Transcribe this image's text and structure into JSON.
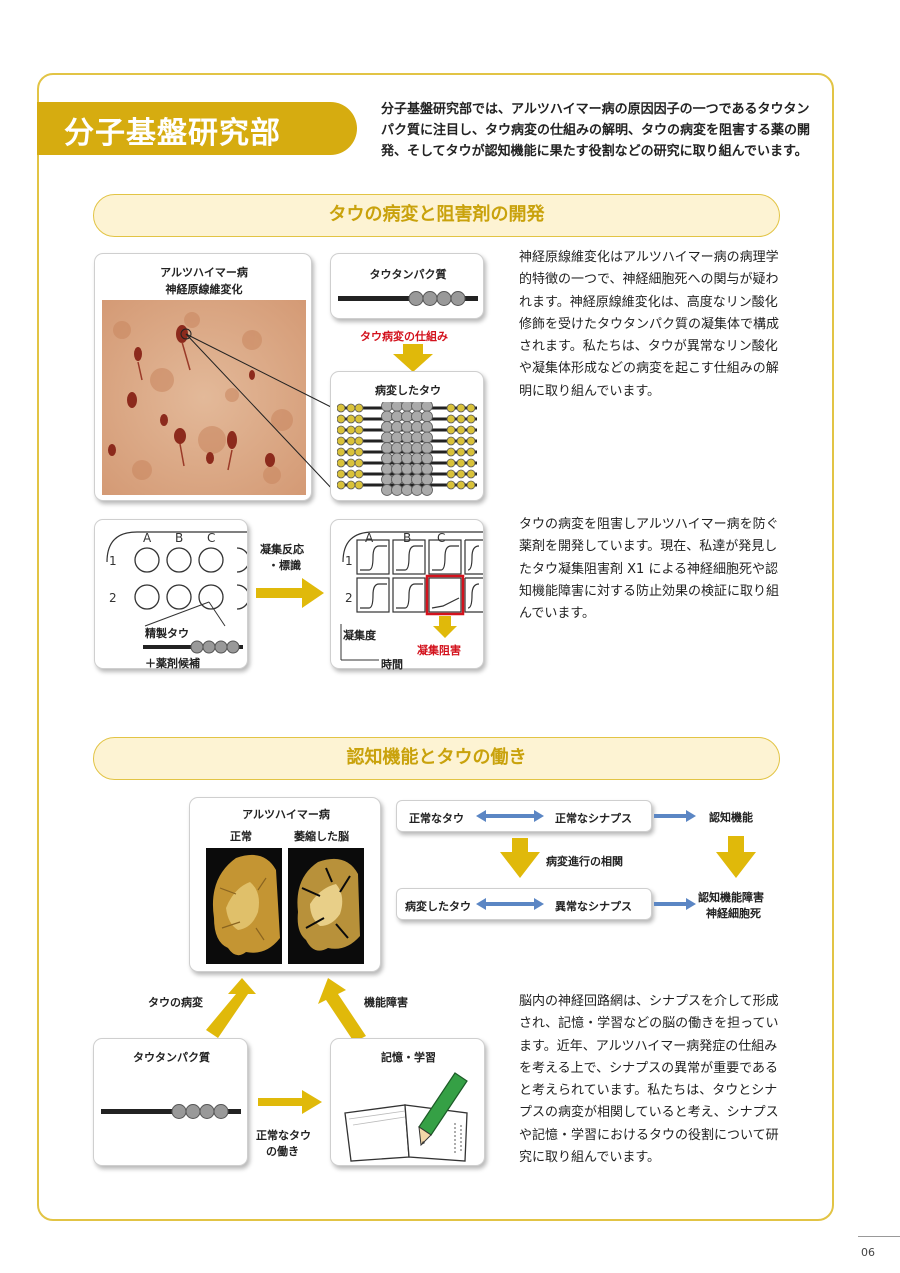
{
  "department": {
    "title": "分子基盤研究部",
    "intro": "分子基盤研究部では、アルツハイマー病の原因因子の一つであるタウタンパク質に注目し、タウ病変の仕組みの解明、タウの病変を阻害する薬の開発、そしてタウが認知機能に果たす役割などの研究に取り組んでいます。"
  },
  "section1": {
    "heading": "タウの病変と阻害剤の開発",
    "para1": "神経原線維変化はアルツハイマー病の病理学的特徴の一つで、神経細胞死への関与が疑われます。神経原線維変化は、高度なリン酸化修飾を受けたタウタンパク質の凝集体で構成されます。私たちは、タウが異常なリン酸化や凝集体形成などの病変を起こす仕組みの解明に取り組んでいます。",
    "para2": "タウの病変を阻害しアルツハイマー病を防ぐ薬剤を開発しています。現在、私達が発見したタウ凝集阻害剤 X1 による神経細胞死や認知機能障害に対する防止効果の検証に取り組んでいます。",
    "nft_card": {
      "title_line1": "アルツハイマー病",
      "title_line2": "神経原線維変化"
    },
    "tau_protein_card": {
      "title": "タウタンパク質"
    },
    "mechanism_label": "タウ病変の仕組み",
    "diseased_tau_card": {
      "title": "病変したタウ"
    },
    "plate_card": {
      "rows": [
        "1",
        "2"
      ],
      "cols": [
        "A",
        "B",
        "C"
      ],
      "purified_tau": "精製タウ",
      "drug_candidate": "＋薬剤候補"
    },
    "reaction_label_line1": "凝集反応",
    "reaction_label_line2": "・標識",
    "result_card": {
      "rows": [
        "1",
        "2"
      ],
      "cols": [
        "A",
        "B",
        "C"
      ],
      "y_label": "凝集度",
      "x_label": "時間",
      "inhibition_label": "凝集阻害"
    }
  },
  "section2": {
    "heading": "認知機能とタウの働き",
    "para": "脳内の神経回路網は、シナプスを介して形成され、記憶・学習などの脳の働きを担っています。近年、アルツハイマー病発症の仕組みを考える上で、シナプスの異常が重要であると考えられています。私たちは、タウとシナプスの病変が相関していると考え、シナプスや記憶・学習におけるタウの役割について研究に取り組んでいます。",
    "brain_card": {
      "title": "アルツハイマー病",
      "normal": "正常",
      "atrophied": "萎縮した脳"
    },
    "flow": {
      "normal_tau": "正常なタウ",
      "normal_synapse": "正常なシナプス",
      "cognitive_function": "認知機能",
      "correlation": "病変進行の相関",
      "diseased_tau": "病変したタウ",
      "abnormal_synapse": "異常なシナプス",
      "impairment_line1": "認知機能障害",
      "impairment_line2": "神経細胞死"
    },
    "tau_pathology_label": "タウの病変",
    "dysfunction_label": "機能障害",
    "tau_protein_card": {
      "title": "タウタンパク質"
    },
    "memory_card": {
      "title": "記憶・学習"
    },
    "normal_function_line1": "正常なタウ",
    "normal_function_line2": "の働き"
  },
  "page_number": "06",
  "colors": {
    "accent": "#d6ac10",
    "border": "#e2c445",
    "pill_bg": "#fdf3d3",
    "red": "#d3121d",
    "arrow_blue": "#5b86c4"
  }
}
